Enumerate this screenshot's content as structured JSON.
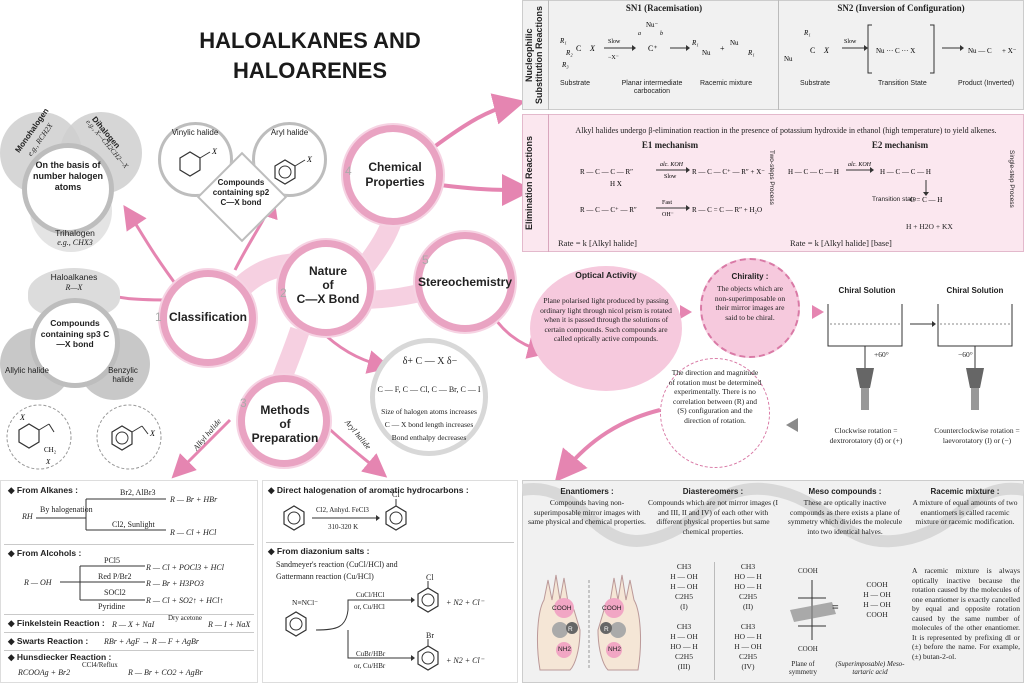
{
  "title_line1": "HALOALKANES AND",
  "title_line2": "HALOARENES",
  "nodes": {
    "classification": {
      "num": "1",
      "label": "Classification"
    },
    "nature": {
      "num": "2",
      "label_line1": "Nature",
      "label_line2": "of",
      "label_line3": "C—X Bond"
    },
    "methods": {
      "num": "3",
      "label_line1": "Methods",
      "label_line2": "of",
      "label_line3": "Preparation"
    },
    "chemical": {
      "num": "4",
      "label_line1": "Chemical",
      "label_line2": "Properties"
    },
    "stereo": {
      "num": "5",
      "label": "Stereochemistry"
    }
  },
  "classification": {
    "number_basis": "On the basis of number halogen atoms",
    "monohalogen": "Monohalogen",
    "monohalogen_eg": "e.g., RCH2X",
    "dihalogen": "Dihalogen",
    "dihalogen_eg": "e.g., X—CH2CH2—X",
    "trihalogen": "Trihalogen",
    "trihalogen_eg": "e.g., CHX3",
    "haloalkanes": "Haloalkanes",
    "haloalkanes_formula": "R—X",
    "sp3_compounds": "Compounds containing sp3 C—X bond",
    "allylic": "Allylic halide",
    "benzylic": "Benzylic halide",
    "vinylic": "Vinylic halide",
    "aryl": "Aryl halide",
    "sp2_compounds": "Compounds containing sp2 C—X bond"
  },
  "nature_bond": {
    "bonds": "C — F, C — Cl, C — Br, C — I",
    "fact1": "Size of halogen atoms increases",
    "fact2": "C — X bond length increases",
    "fact3": "Bond enthalpy decreases"
  },
  "preparation": {
    "alkyl_halide": "Alkyl halide",
    "aryl_halide": "Aryl halide",
    "from_alkanes": "From Alkanes :",
    "alkanes_r1": "R — Br + HBr",
    "alkanes_c1": "Br2, AlBr3",
    "alkanes_c2": "By halogenation",
    "alkanes_c3": "Cl2, Sunlight",
    "alkanes_r2": "R — Cl + HCl",
    "alkanes_reactant": "RH",
    "from_alcohols": "From Alcohols :",
    "alcohol_reactant": "R — OH",
    "alc_c1": "PCl5",
    "alc_r1": "R — Cl + POCl3 + HCl",
    "alc_c2": "Red P/Br2",
    "alc_r2": "R — Br + H3PO3",
    "alc_c3": "SOCl2",
    "alc_c3b": "Pyridine",
    "alc_r3": "R — Cl + SO2↑ + HCl↑",
    "finkelstein_label": "Finkelstein Reaction :",
    "finkelstein_eq": "R — X + NaI",
    "finkelstein_cond": "Dry acetone",
    "finkelstein_prod": "R — I + NaX",
    "swarts_label": "Swarts Reaction :",
    "swarts_eq": "RBr + AgF → R — F + AgBr",
    "hunsdiecker_label": "Hunsdiecker Reaction :",
    "hunsdiecker_eq": "RCOOAg + Br2",
    "hunsdiecker_cond": "CCl4/Reflux",
    "hunsdiecker_prod": "R — Br + CO2 + AgBr",
    "direct_halogenation": "Direct halogenation of aromatic hydrocarbons :",
    "direct_cond1": "Cl2, Anhyd. FeCl3",
    "direct_cond2": "310-320 K",
    "direct_prod": "Cl",
    "diazonium": "From diazonium salts :",
    "sandmeyer": "Sandmeyer's reaction (CuCl/HCl) and",
    "gattermann": "Gattermann reaction (Cu/HCl)",
    "diazo_reagent": "N≡NCl⁻",
    "diaz_c1": "CuCl/HCl",
    "diaz_c1b": "or, Cu/HCl",
    "diaz_c2": "CuBr/HBr",
    "diaz_c2b": "or, Cu/HBr",
    "diaz_p": "+ N2 + Cl⁻",
    "diaz_cl": "Cl",
    "diaz_br": "Br"
  },
  "substitution": {
    "side_label": "Nucleophilic Substitution Reactions",
    "sn1_title": "SN1 (Racemisation)",
    "sn2_title": "SN2 (Inversion of Configuration)",
    "substrate": "Substrate",
    "carbocation": "Planar intermediate carbocation",
    "racemic": "Racemic mixture",
    "slow": "Slow",
    "minus_x": "−X⁻",
    "nu": "Nu",
    "nu_minus": "Nu⁻",
    "transition": "Transition State",
    "product_inv": "Product (Inverted)",
    "a": "a",
    "b": "b",
    "plus": "+"
  },
  "elimination": {
    "side_label": "Elimination Reactions",
    "intro": "Alkyl halides undergo β-elimination reaction in the presence of potassium hydroxide in ethanol (high temperature) to yield alkenes.",
    "e1_title": "E1 mechanism",
    "e2_title": "E2 mechanism",
    "alc_koh": "alc. KOH",
    "slow": "Slow",
    "fast": "Fast",
    "oh": "OH⁻",
    "two_step": "Two-steps Process",
    "single_step": "Single-step Process",
    "e1_prod": "+ X⁻",
    "e1_final": "+ H2O",
    "ts": "Transition state",
    "e2_prod": "H + H2O + KX",
    "rate_e1": "Rate = k [Alkyl halide]",
    "rate_e2": "Rate = k [Alkyl halide] [base]"
  },
  "optical": {
    "title": "Optical Activity",
    "text": "Plane polarised light produced by passing ordinary light through nicol prism is rotated when it is passed through the solutions of certain compounds. Such compounds are called optically active compounds.",
    "chirality_title": "Chirality :",
    "chirality_text": "The objects which are non-superimposable on their mirror images are said to be chiral.",
    "rotation_text": "The direction and magnitude of rotation must be determined experimentally. There is no correlation between (R) and (S) configuration and the direction of rotation.",
    "chiral_solution": "Chiral Solution",
    "plus60": "+60°",
    "minus60": "−60°",
    "clockwise": "Clockwise rotation = dextrorotatory (d) or (+)",
    "anticlockwise": "Counterclockwise rotation = laevorotatory (l) or (−)"
  },
  "isomers": {
    "enantiomers_title": "Enantiomers :",
    "enantiomers_text": "Compounds having non-superimposable mirror images with same physical and chemical properties.",
    "diastereomers_title": "Diastereomers :",
    "diastereomers_text": "Compounds which are not mirror images (I and III, II and IV) of each other with different physical properties but same chemical properties.",
    "meso_title": "Meso compounds :",
    "meso_text": "These are optically inactive compounds as there exists a plane of symmetry which divides the molecule into two identical halves.",
    "racemic_title": "Racemic mixture :",
    "racemic_text": "A mixture of equal amounts of two enantiomers is called racemic mixture or racemic modification.",
    "racemic_text2": "A racemic mixture is always optically inactive because the rotation caused by the molecules of one enantiomer is exactly cancelled by equal and opposite rotation caused by the same number of molecules of the other enantiomer. It is represented by prefixing dl or (±) before the name. For example, (±) butan-2-ol.",
    "cooh": "COOH",
    "nh2": "NH2",
    "r": "R",
    "ch3": "CH3",
    "c2h5": "C2H5",
    "h_oh": "H — OH",
    "ho_h": "HO — H",
    "h": "H",
    "oh": "OH",
    "label_i": "(I)",
    "label_ii": "(II)",
    "label_iii": "(III)",
    "label_iv": "(IV)",
    "plane": "Plane of symmetry",
    "superimposable": "(Superimposable) Meso-tartaric acid"
  },
  "colors": {
    "pink": "#e9a3c2",
    "pinkbg": "#fbe7ef",
    "grey": "#f1f1f1",
    "accent": "#d9548f"
  }
}
